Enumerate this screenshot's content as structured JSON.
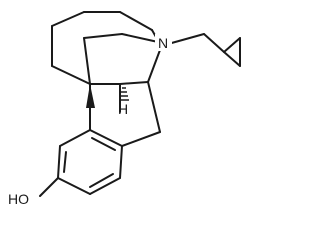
{
  "structure": {
    "atoms": {
      "nitrogen": "N",
      "hydrogen": "H",
      "hydroxyl": "HO"
    }
  }
}
